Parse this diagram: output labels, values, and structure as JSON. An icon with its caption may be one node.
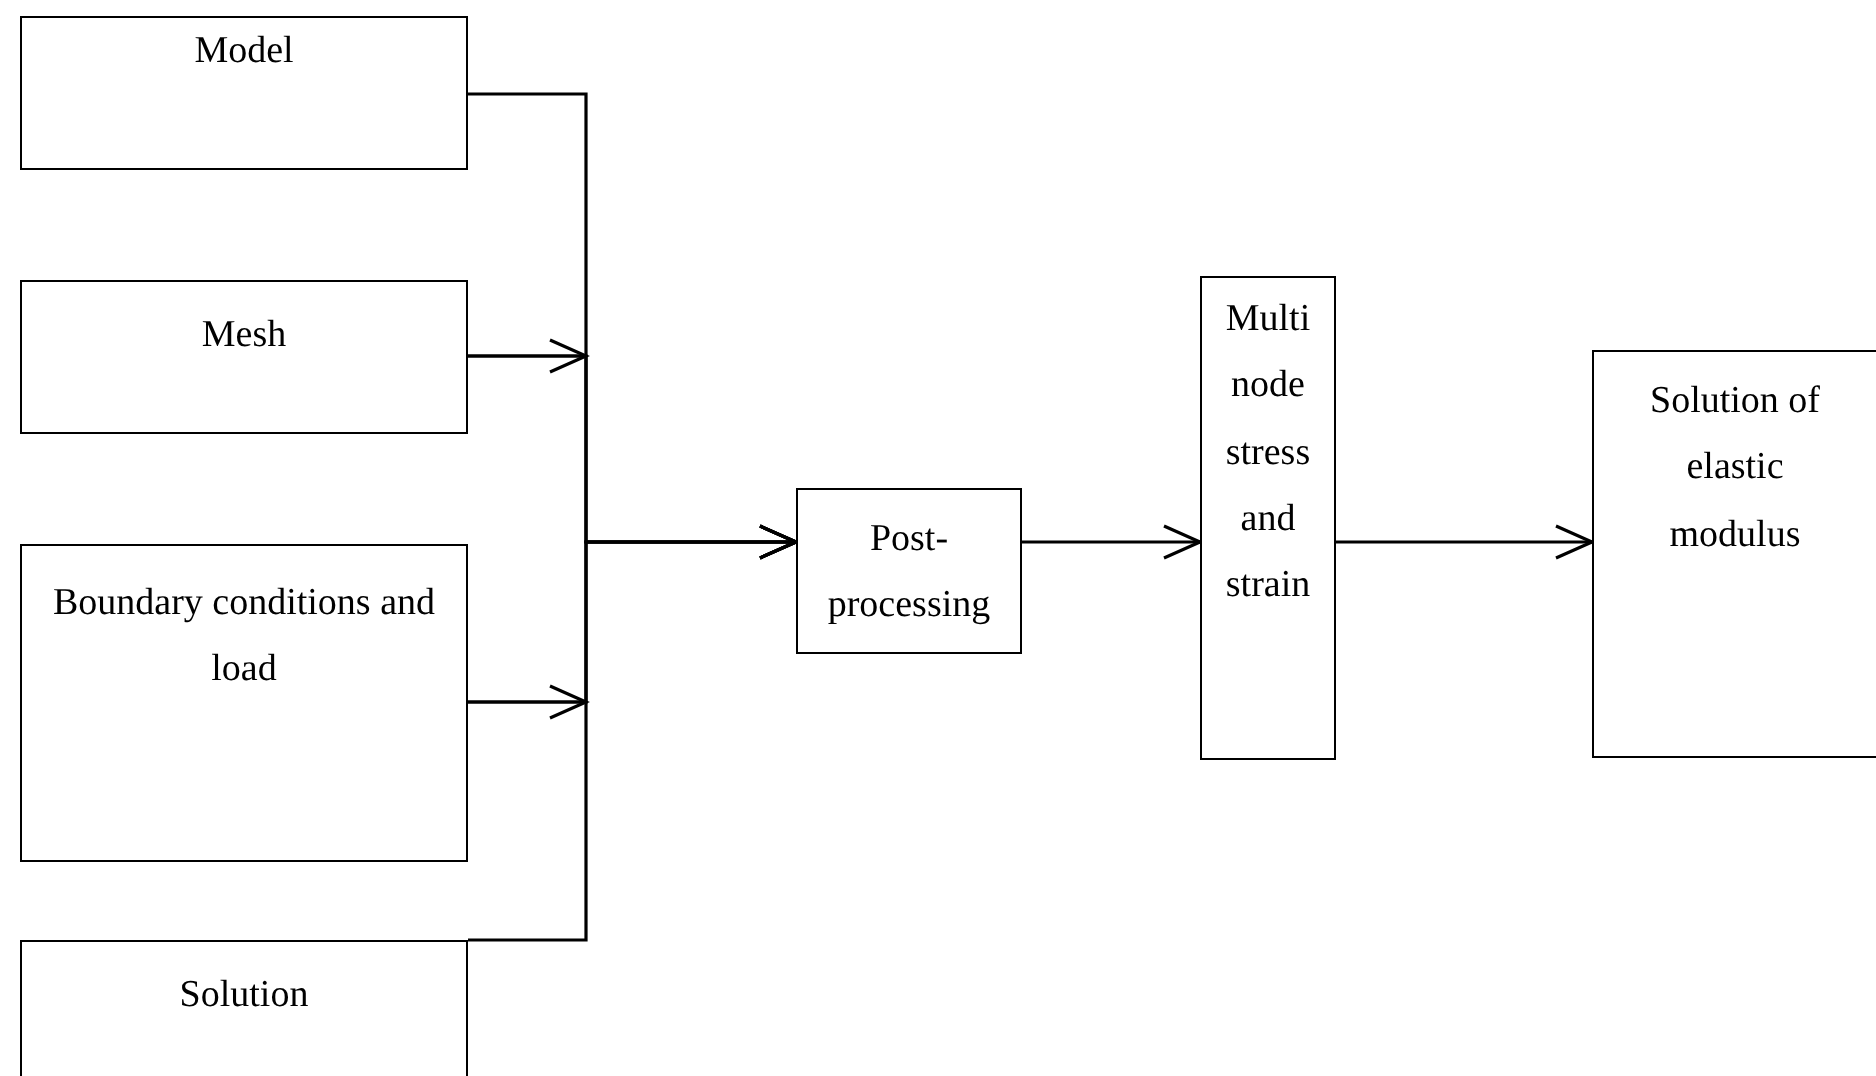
{
  "diagram": {
    "nodes": [
      {
        "text": [
          "Model"
        ]
      },
      {
        "text": [
          "Mesh"
        ]
      },
      {
        "text": [
          "Boundary conditions and load"
        ]
      },
      {
        "text": [
          "Solution"
        ]
      },
      {
        "text": [
          "Post- processing"
        ]
      },
      {
        "text": [
          "Multi node stress and strain"
        ]
      },
      {
        "text": [
          "Solution of elastic modulus"
        ]
      }
    ],
    "edges": [
      {
        "from": 0,
        "to": 4,
        "arrow": "to"
      },
      {
        "from": 1,
        "to": 4,
        "arrow": "to"
      },
      {
        "from": 2,
        "to": 4,
        "arrow": "to"
      },
      {
        "from": 3,
        "to": 4,
        "arrow": "to"
      },
      {
        "from": 4,
        "to": 5,
        "arrow": "to"
      },
      {
        "from": 5,
        "to": 6,
        "arrow": "to"
      }
    ]
  }
}
